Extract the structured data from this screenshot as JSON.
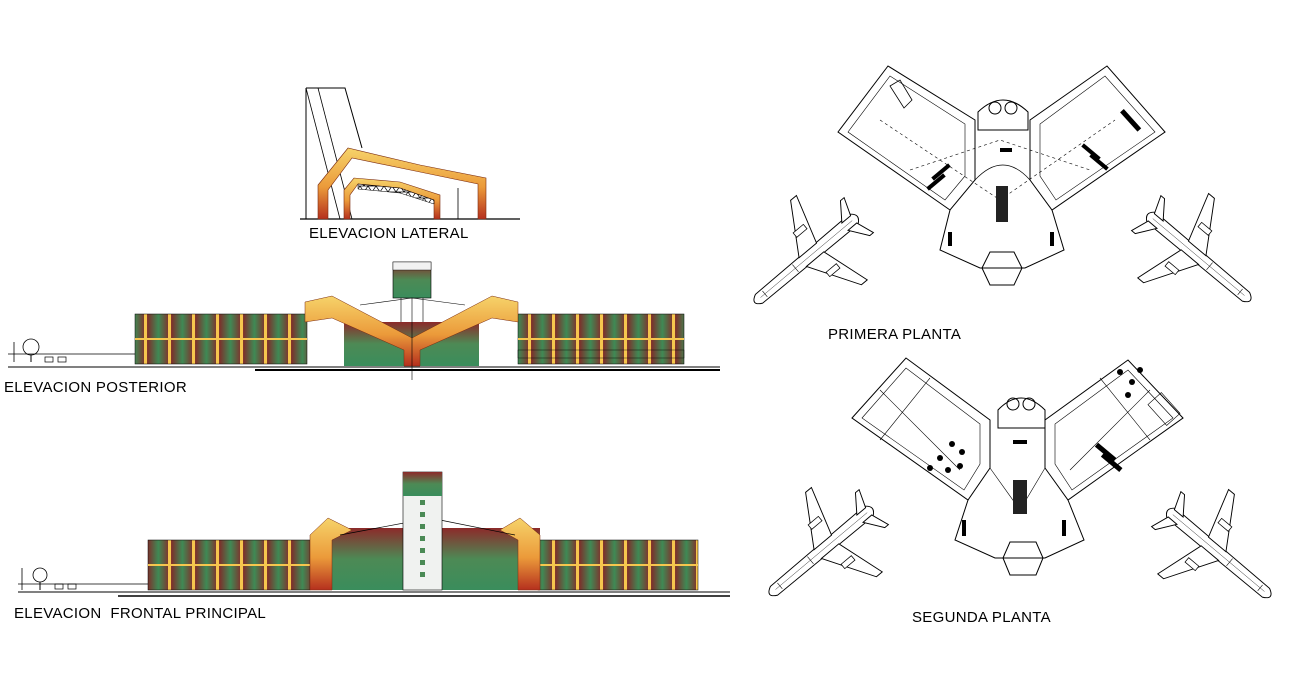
{
  "labels": {
    "side_elevation": "ELEVACION LATERAL",
    "rear_elevation": "ELEVACION POSTERIOR",
    "front_elevation": "ELEVACION  FRONTAL PRINCIPAL",
    "first_floor": "PRIMERA PLANTA",
    "second_floor": "SEGUNDA PLANTA"
  },
  "colors": {
    "roof_yellow": "#f6c64e",
    "roof_orange": "#e8822a",
    "roof_red": "#b5301e",
    "wall_green": "#3f8f55",
    "wall_red": "#8c2a2a",
    "line": "#000000"
  }
}
